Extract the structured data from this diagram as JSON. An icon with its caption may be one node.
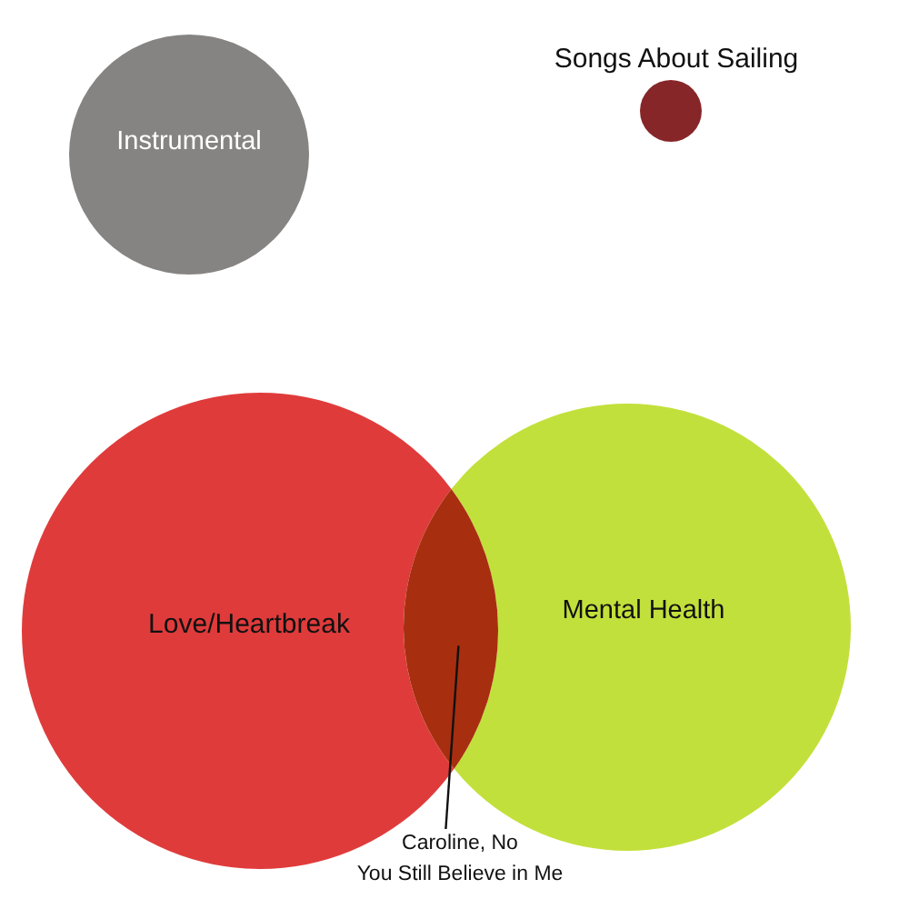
{
  "diagram": {
    "nodes": [
      {
        "text": [
          "Instrumental"
        ]
      },
      {
        "text": [
          "Songs About Sailing"
        ]
      },
      {
        "text": [
          "Love/Heartbreak"
        ]
      },
      {
        "text": [
          "Mental Health"
        ]
      },
      {
        "text": [],
        "shape": "lens"
      },
      {
        "text": [
          "Caroline, No",
          "You Still Believe in Me"
        ]
      }
    ],
    "edges": [
      {
        "from": 5,
        "to": 4,
        "arrow": "none"
      }
    ]
  }
}
